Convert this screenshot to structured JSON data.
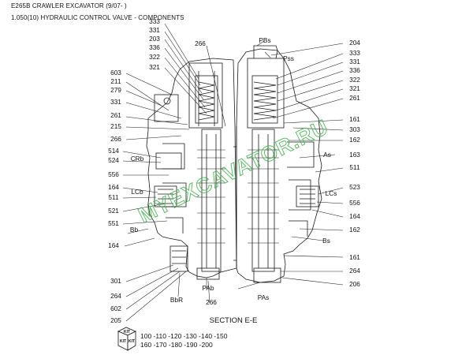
{
  "header": {
    "title": "E265B CRAWLER EXCAVATOR (9/07- )",
    "subtitle": "1.050(10) HYDRAULIC CONTROL VALVE - COMPONENTS"
  },
  "labels": {
    "l333a": "333",
    "l331a": "331",
    "l203": "203",
    "l336a": "336",
    "l322a": "322",
    "l321a": "321",
    "l603": "603",
    "l211": "211",
    "l279": "279",
    "l331b": "331",
    "l261a": "261",
    "l215": "215",
    "l266a": "266",
    "l514": "514",
    "l524": "524",
    "lCRb": "CRb",
    "l556a": "556",
    "l164a": "164",
    "lLCb": "LCb",
    "l511a": "511",
    "l521": "521",
    "l551": "551",
    "lBb": "Bb",
    "l164b": "164",
    "l301": "301",
    "l264a": "264",
    "l602": "602",
    "l205": "205",
    "lBbR": "BbR",
    "lPAb": "PAb",
    "l266c": "266",
    "l266b": "266",
    "lPBs": "PBs",
    "l204": "204",
    "lPss": "Pss",
    "l333b": "333",
    "l331c": "331",
    "l336b": "336",
    "l322b": "322",
    "l321b": "321",
    "l261b": "261",
    "l161a": "161",
    "l303": "303",
    "l162a": "162",
    "lAs": "As",
    "l163": "163",
    "l511b": "511",
    "l523": "523",
    "lLCs": "LCs",
    "l556b": "556",
    "l164c": "164",
    "l162b": "162",
    "lBs": "Bs",
    "l161b": "161",
    "l264b": "264",
    "l206": "206",
    "lPAs": "PAs"
  },
  "section_label": "SECTION E-E",
  "watermark": "MYEXCAVATOR.RU",
  "kit": {
    "icon_text": "KIT",
    "line1": "100 -110 -120 -130 -140 -150",
    "line2": "160 -170 -180 -190 -200"
  }
}
